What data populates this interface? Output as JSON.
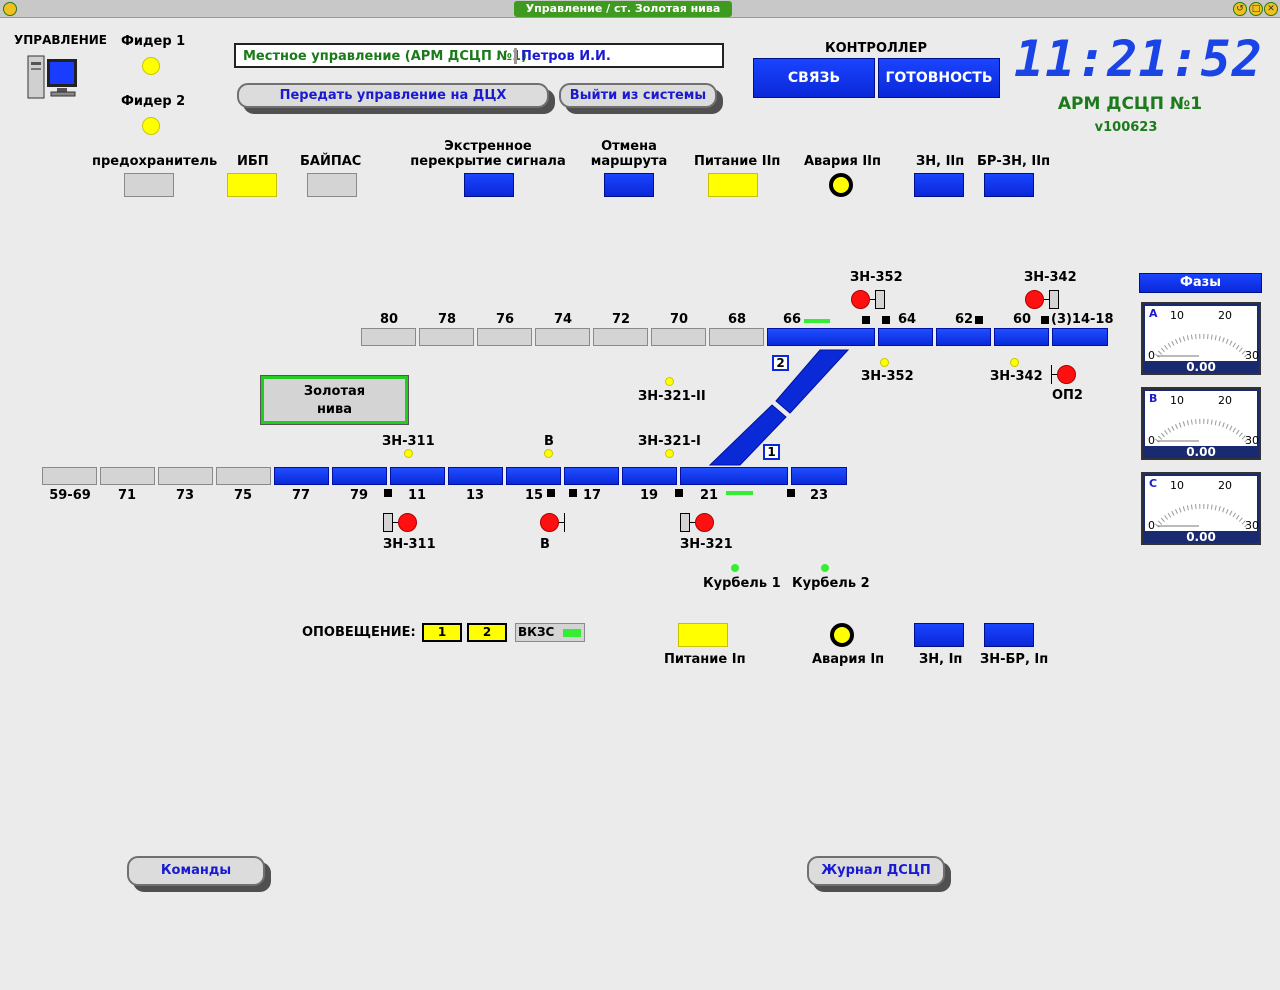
{
  "window": {
    "title": "Управление / ст. Золотая нива"
  },
  "header": {
    "control_label": "УПРАВЛЕНИЕ",
    "feeder1": "Фидер 1",
    "feeder2": "Фидер 2",
    "mode_text": "Местное управление (АРМ ДСЦП №1)",
    "operator": "Петров И.И.",
    "transfer_button": "Передать управление на ДЦХ",
    "exit_button": "Выйти из системы",
    "controller_label": "КОНТРОЛЛЕР",
    "link_button": "СВЯЗЬ",
    "ready_button": "ГОТОВНОСТЬ",
    "clock": "11:21:52",
    "station_name": "АРМ ДСЦП №1",
    "version": "v100623"
  },
  "indicators": {
    "fuse": "предохранитель",
    "ups": "ИБП",
    "bypass": "БАЙПАС",
    "emergency_signal": "Экстренное\nперекрытие сигнала",
    "route_cancel": "Отмена\nмаршрута",
    "power2": "Питание IIп",
    "alarm2": "Авария IIп",
    "zn2": "ЗН, IIп",
    "brzn2": "БР-ЗН, IIп"
  },
  "track_upper": {
    "labels": [
      "80",
      "78",
      "76",
      "74",
      "72",
      "70",
      "68",
      "66",
      "64",
      "62",
      "60",
      "(3)14-18"
    ]
  },
  "track_lower": {
    "labels": [
      "59-69",
      "71",
      "73",
      "75",
      "77",
      "79",
      "11",
      "13",
      "15",
      "17",
      "19",
      "21",
      "23"
    ]
  },
  "diagram": {
    "station_box": "Золотая\nнива",
    "sig_zn352_top": "ЗН-352",
    "sig_zn342_top": "ЗН-342",
    "sig_zn352_bot": "ЗН-352",
    "sig_zn342_bot": "ЗН-342",
    "sig_op2": "ОП2",
    "sig_zn321_2": "ЗН-321-II",
    "sig_zn311_top": "ЗН-311",
    "sig_v_top": "В",
    "sig_zn321_1": "ЗН-321-I",
    "sig_zn311_bot": "ЗН-311",
    "sig_v_bot": "В",
    "sig_zn321_bot": "ЗН-321",
    "crank1": "Курбель 1",
    "crank2": "Курбель 2",
    "switch1": "1",
    "switch2": "2"
  },
  "bottom": {
    "alert_label": "ОПОВЕЩЕНИЕ:",
    "alert1": "1",
    "alert2": "2",
    "vkzs": "ВКЗС",
    "power1": "Питание Iп",
    "alarm1": "Авария Iп",
    "zn1": "ЗН, Iп",
    "znbr1": "ЗН-БР, Iп",
    "commands_button": "Команды",
    "journal_button": "Журнал ДСЦП"
  },
  "phases": {
    "title": "Фазы",
    "gauges": [
      {
        "phase": "A",
        "value": "0.00",
        "t0": "0",
        "t10": "10",
        "t20": "20",
        "t30": "30"
      },
      {
        "phase": "B",
        "value": "0.00",
        "t0": "0",
        "t10": "10",
        "t20": "20",
        "t30": "30"
      },
      {
        "phase": "C",
        "value": "0.00",
        "t0": "0",
        "t10": "10",
        "t20": "20",
        "t30": "30"
      }
    ]
  },
  "colors": {
    "active": "#0a2ad8",
    "free": "#d4d4d4",
    "title_accent": "#3f9a20",
    "clock": "#1a44e6",
    "station": "#1c7a1c"
  }
}
